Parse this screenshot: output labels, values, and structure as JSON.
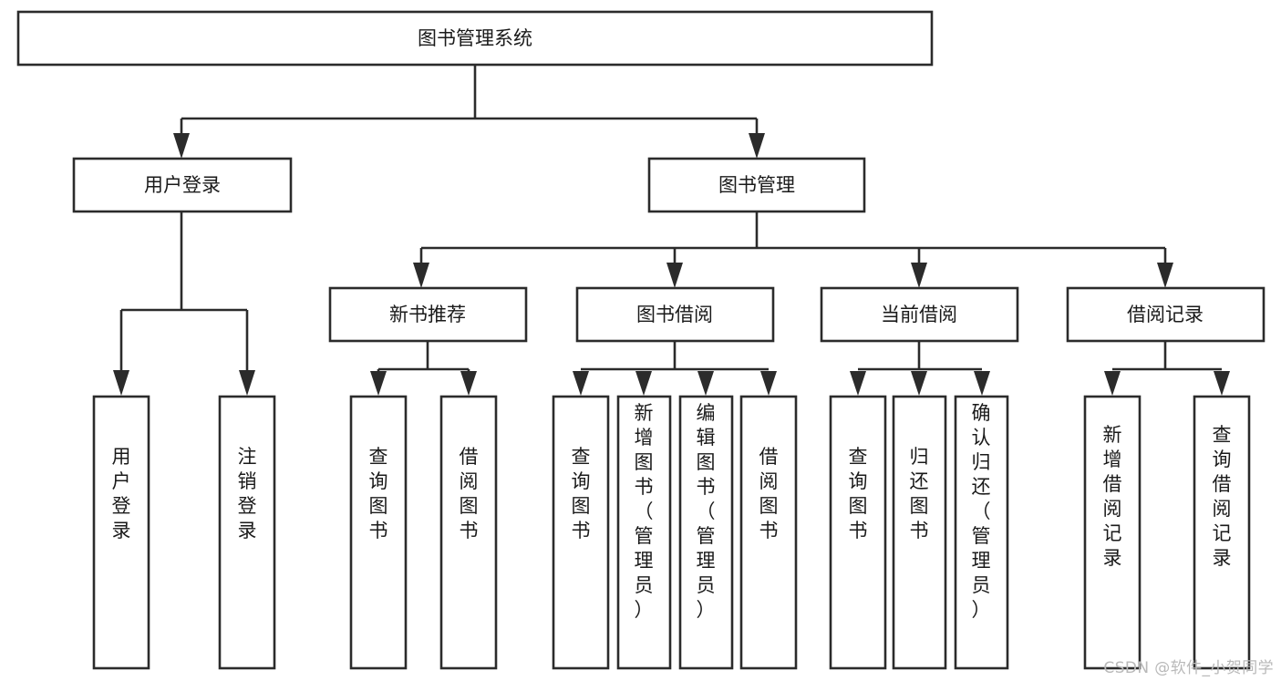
{
  "diagram": {
    "type": "tree-hierarchy-chart",
    "title": "图书管理系统",
    "orientation": "top-down",
    "colors": {
      "background": "#ffffff",
      "box_fill": "#ffffff",
      "box_stroke": "#2b2b2b",
      "text": "#1a1a1a",
      "watermark": "#b9b9b9"
    },
    "levels": [
      {
        "level": 1,
        "nodes": [
          {
            "id": "root",
            "label": "图书管理系统",
            "text_orientation": "horizontal"
          }
        ]
      },
      {
        "level": 2,
        "nodes": [
          {
            "id": "login",
            "label": "用户登录",
            "text_orientation": "horizontal",
            "parent": "root"
          },
          {
            "id": "bookmgr",
            "label": "图书管理",
            "text_orientation": "horizontal",
            "parent": "root"
          }
        ]
      },
      {
        "level": 3,
        "nodes": [
          {
            "id": "newbook",
            "label": "新书推荐",
            "text_orientation": "horizontal",
            "parent": "bookmgr"
          },
          {
            "id": "borrow",
            "label": "图书借阅",
            "text_orientation": "horizontal",
            "parent": "bookmgr"
          },
          {
            "id": "current",
            "label": "当前借阅",
            "text_orientation": "horizontal",
            "parent": "bookmgr"
          },
          {
            "id": "records",
            "label": "借阅记录",
            "text_orientation": "horizontal",
            "parent": "bookmgr"
          }
        ]
      },
      {
        "level": 4,
        "nodes": [
          {
            "id": "leaf-user-login",
            "label": "用户登录",
            "text_orientation": "vertical",
            "parent": "login"
          },
          {
            "id": "leaf-user-logout",
            "label": "注销登录",
            "text_orientation": "vertical",
            "parent": "login"
          },
          {
            "id": "leaf-query-book-1",
            "label": "查询图书",
            "text_orientation": "vertical",
            "parent": "newbook"
          },
          {
            "id": "leaf-borrow-book-1",
            "label": "借阅图书",
            "text_orientation": "vertical",
            "parent": "newbook"
          },
          {
            "id": "leaf-query-book-2",
            "label": "查询图书",
            "text_orientation": "vertical",
            "parent": "borrow"
          },
          {
            "id": "leaf-add-book",
            "label": "新增图书（管理员）",
            "text_orientation": "vertical",
            "parent": "borrow"
          },
          {
            "id": "leaf-edit-book",
            "label": "编辑图书（管理员）",
            "text_orientation": "vertical",
            "parent": "borrow"
          },
          {
            "id": "leaf-borrow-book-2",
            "label": "借阅图书",
            "text_orientation": "vertical",
            "parent": "borrow"
          },
          {
            "id": "leaf-query-book-3",
            "label": "查询图书",
            "text_orientation": "vertical",
            "parent": "current"
          },
          {
            "id": "leaf-return-book",
            "label": "归还图书",
            "text_orientation": "vertical",
            "parent": "current"
          },
          {
            "id": "leaf-confirm-return",
            "label": "确认归还（管理员）",
            "text_orientation": "vertical",
            "parent": "current"
          },
          {
            "id": "leaf-add-record",
            "label": "新增借阅记录",
            "text_orientation": "vertical",
            "parent": "records"
          },
          {
            "id": "leaf-query-record",
            "label": "查询借阅记录",
            "text_orientation": "vertical",
            "parent": "records"
          }
        ]
      }
    ]
  },
  "watermark": {
    "label": "CSDN @软件_小贺同学"
  }
}
